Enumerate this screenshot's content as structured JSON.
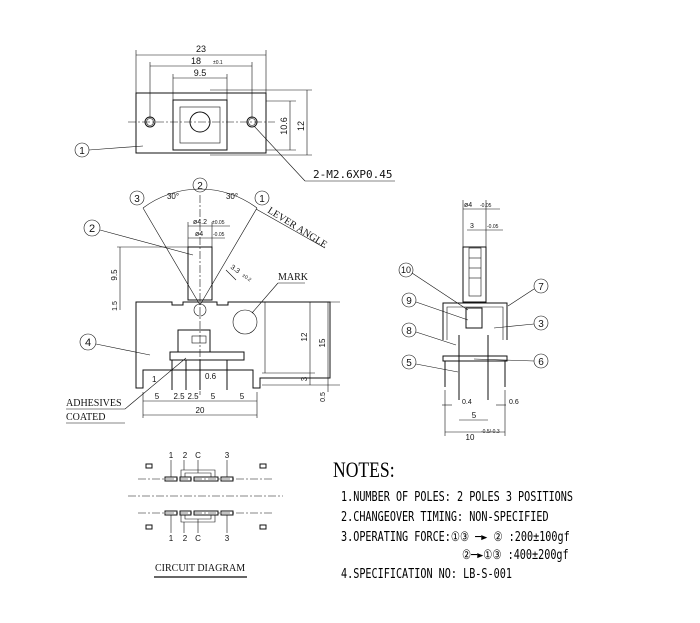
{
  "top_view": {
    "dim_overall_width": "23",
    "dim_hole_pitch": "18",
    "dim_hole_pitch_tol": "±0.1",
    "dim_center_width": "9.5",
    "dim_inner_height": "10.6",
    "dim_height": "12",
    "label_part": "1",
    "screw_callout": "2-M2.6XP0.45"
  },
  "side_view": {
    "pos_center": "2",
    "pos_left": "3",
    "pos_right": "1",
    "angle_left": "30°",
    "angle_right": "30°",
    "lever_angle_label": "LEVER ANGLE",
    "dia_outer": "ø4.2",
    "dia_outer_tol": "±0.05",
    "dia_inner": "ø4",
    "dia_inner_tol": "-0.05",
    "dim_lever_height": "9.5",
    "dim_base": "1.5",
    "dim_lever_width": "3.3",
    "dim_lever_width_tol": "±0.2",
    "mark_label": "MARK",
    "label_lever": "2",
    "label_terminal": "4",
    "dim_body_12": "12",
    "dim_body_15": "15",
    "dim_body_3": "3",
    "dim_05": "0.5",
    "dim_pin_1": "1",
    "dim_pin_06": "0.6",
    "dim_pitches": [
      "5",
      "2.5",
      "2.5",
      "5",
      "5"
    ],
    "dim_total": "20",
    "adhesives_line1": "ADHESIVES",
    "adhesives_line2": "COATED"
  },
  "end_view": {
    "dia": "ø4",
    "dia_tol": "-0.05",
    "dim_width": "3",
    "dim_width_tol": "-0.05",
    "labels": [
      "10",
      "9",
      "8",
      "5",
      "7",
      "3",
      "6"
    ],
    "dim_pin_04": "0.4",
    "dim_pin_06": "0.6",
    "dim_pitch": "5",
    "dim_total": "10",
    "dim_total_tol": "-0.5/-0.3"
  },
  "circuit": {
    "pins": [
      "1",
      "2",
      "C",
      "3"
    ],
    "title": "CIRCUIT DIAGRAM"
  },
  "notes": {
    "title": "NOTES:",
    "items": [
      "1.NUMBER OF POLES: 2 POLES 3 POSITIONS",
      "2.CHANGEOVER TIMING: NON-SPECIFIED",
      "3.OPERATING FORCE:①③ ─► ② :200±100gf",
      "②─►①③ :400±200gf",
      "4.SPECIFICATION NO: LB-S-001"
    ]
  }
}
